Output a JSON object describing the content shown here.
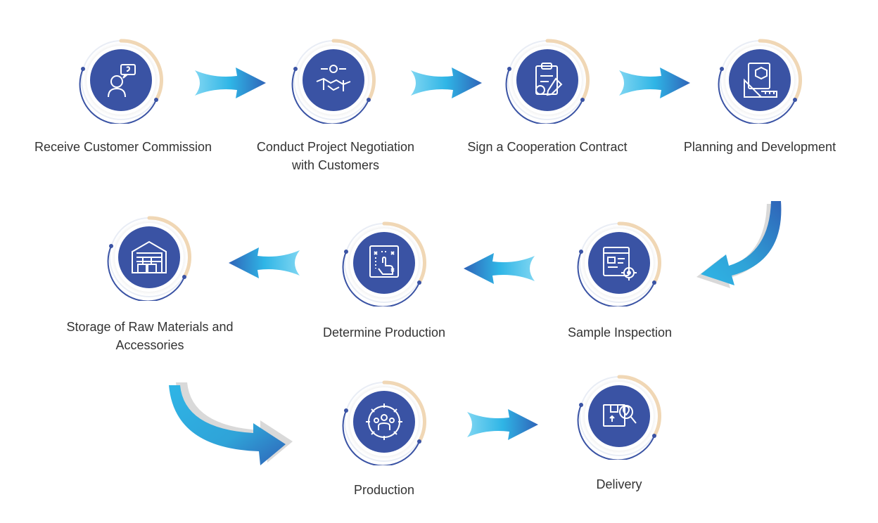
{
  "steps": [
    {
      "label": "Receive Customer Commission",
      "icon": "customer-question-icon"
    },
    {
      "label": "Conduct Project Negotiation",
      "label2": "with Customers",
      "icon": "handshake-icon"
    },
    {
      "label": "Sign a Cooperation Contract",
      "icon": "contract-clipboard-icon"
    },
    {
      "label": "Planning and Development",
      "icon": "design-planning-icon"
    },
    {
      "label": "Sample Inspection",
      "icon": "inspection-gear-icon"
    },
    {
      "label": "Determine Production",
      "icon": "strategy-board-icon"
    },
    {
      "label": "Storage of Raw Materials and",
      "label2": "Accessories",
      "icon": "warehouse-icon"
    },
    {
      "label": "Production",
      "icon": "team-gear-icon"
    },
    {
      "label": "Delivery",
      "icon": "package-search-icon"
    }
  ],
  "colors": {
    "disc": "#3a53a4",
    "ring_blue": "#3a53a4",
    "ring_orange": "#f0d7b5",
    "arrow_light": "#2fb5e6",
    "arrow_dark": "#2f64b8"
  }
}
